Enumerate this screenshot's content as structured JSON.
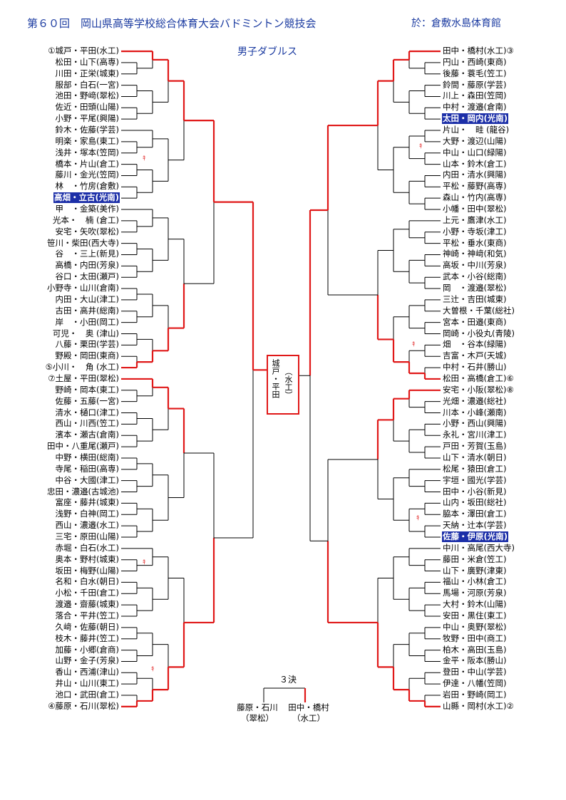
{
  "title": "第６０回　岡山県高等学校総合体育大会バドミントン競技会",
  "venue": "於：倉敷水島体育館",
  "event": "男子ダブルス",
  "colors": {
    "bracket_red": "#e01818",
    "bracket_black": "#000000",
    "highlight": "#1c2fa8"
  },
  "left_entries": [
    "①城戸・平田(水工)",
    "松田・山下(高専)",
    "川田・正栄(城東)",
    "服部・白石(一宮)",
    "池田・野﨑(翠松)",
    "佐近・田頭(山陽)",
    "小野・平尾(興陽)",
    "鈴木・佐藤(学芸)",
    "明楽・家島(東工)",
    "浅井・塚本(笠岡)",
    "橋本・片山(倉工)",
    "藤川・金光(笠岡)",
    "林　・竹房(倉敷)",
    "高畑・立古(光南)",
    "甲　・金築(美作)",
    "光本・　楠 (倉工)",
    "安宅・矢吹(翠松)",
    "笹川・柴田(西大寺)",
    "谷　・三上(新見)",
    "高橋・内田(芳泉)",
    "谷口・太田(瀬戸)",
    "小野寺・山川(倉南)",
    "内田・大山(津工)",
    "古田・高井(総南)",
    "岸　・小田(岡工)",
    "可児・　奥 (津山)",
    "八藤・栗田(学芸)",
    "野殿・岡田(東商)",
    "⑤小川・　角 (水工)",
    "⑦土屋・平田(翠松)",
    "野崎・岡本(東工)",
    "佐藤・五藤(一宮)",
    "清水・樋口(津工)",
    "西山・川西(笠工)",
    "濱本・瀬古(倉南)",
    "田中・八重尾(瀬戸)",
    "中野・横田(総南)",
    "寺尾・稲田(高専)",
    "中谷・大國(津工)",
    "忠田・濃邉(古城池)",
    "富座・藤井(城東)",
    "浅野・白神(岡工)",
    "西山・濃邉(水工)",
    "三宅・原田(山陽)",
    "赤堀・白石(水工)",
    "奥本・野村(城東)",
    "坂田・梅野(山陽)",
    "名和・白水(朝日)",
    "小松・千田(倉工)",
    "渡邉・齋藤(城東)",
    "落合・平井(笠工)",
    "久﨑・佐藤(朝日)",
    "枝木・藤井(笠工)",
    "加藤・小郷(倉商)",
    "山野・金子(芳泉)",
    "香山・西浦(津山)",
    "井山・山川(東工)",
    "池口・武田(倉工)",
    "④藤原・石川(翠松)"
  ],
  "right_entries": [
    "田中・橋村(水工)③",
    "円山・西崎(東商)",
    "後藤・蓑毛(笠工)",
    "鈴間・藤原(学芸)",
    "川上・森田(笠岡)",
    "中村・渡邉(倉南)",
    "太田・岡内(光南)",
    "片山・　畦 (龍谷)",
    "大野・渡辺(山陽)",
    "中山・山口(緑陽)",
    "山本・鈴木(倉工)",
    "内田・清水(興陽)",
    "平松・藤野(高専)",
    "森山・竹内(高専)",
    "小幡・田中(翠松)",
    "上元・鷹津(水工)",
    "小野・寺坂(津工)",
    "平松・垂水(東商)",
    "神崎・神﨑(和気)",
    "高坂・中川(芳泉)",
    "武本・小谷(総南)",
    "岡　・渡邉(翠松)",
    "三辻・吉田(城東)",
    "大曽根・千葉(総社)",
    "宮本・田邉(東商)",
    "岡崎・小役丸(青陵)",
    "畑　・谷本(緑陽)",
    "吉富・木戸(天城)",
    "中村・石井(勝山)",
    "松田・高橋(倉工)⑥",
    "安宅・小阪(翠松)⑧",
    "光畑・濃邉(総社)",
    "川本・小峰(瀬南)",
    "小野・西山(興陽)",
    "永礼・宮川(津工)",
    "戸田・芳賀(玉島)",
    "山下・清水(朝日)",
    "松尾・猿田(倉工)",
    "宇垣・國光(学芸)",
    "田中・小谷(新見)",
    "山内・坂田(総社)",
    "脇本・澤田(倉工)",
    "天納・辻本(学芸)",
    "佐藤・伊原(光南)",
    "中川・高尾(西大寺)",
    "藤田・米倉(笠工)",
    "山下・廣野(津東)",
    "福山・小林(倉工)",
    "馬場・河原(芳泉)",
    "大村・鈴木(山陽)",
    "安田・黒住(東工)",
    "中山・奥野(翠松)",
    "牧野・田中(商工)",
    "柏木・高田(玉島)",
    "金平・阪本(勝山)",
    "登田・中山(学芸)",
    "伊達・八幡(笠岡)",
    "岩田・野崎(岡工)",
    "山縣・岡村(水工)②"
  ],
  "highlighted_left": [
    "高畑・立古(光南)"
  ],
  "highlighted_right": [
    "太田・岡内(光南)",
    "佐藤・伊原(光南)"
  ],
  "champion": {
    "names": "城戸・平田",
    "school": "（水工）"
  },
  "retire_mark": "ｷ",
  "third_place": {
    "label": "３決",
    "left_names": "藤原・石川",
    "left_school": "（翠松）",
    "right_names": "田中・橋村",
    "right_school": "（水工）"
  }
}
